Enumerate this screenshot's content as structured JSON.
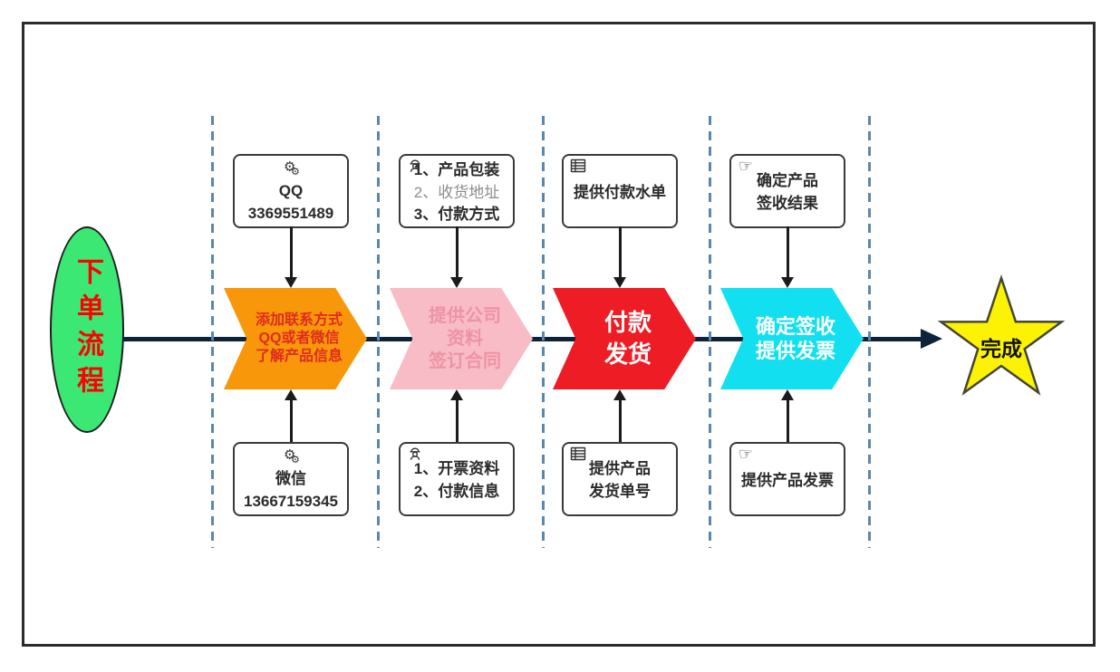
{
  "diagram": {
    "type": "flowchart",
    "start_node": {
      "label": "下单流程",
      "fill": "#3BE873",
      "text_color": "#FF0000"
    },
    "end_node": {
      "label": "完成",
      "shape": "star",
      "fill": "#FBF303"
    },
    "flow": {
      "main_line_color": "#0D2339",
      "divider_color": "#5B87AE",
      "divider_count": 5,
      "connector_color": "#1B1B1B",
      "box_border_color": "#3A3A3A",
      "frame_border_color": "#2B2B2B"
    },
    "stages": [
      {
        "chevron": {
          "fill": "#F79709",
          "text_color": "#E02B20",
          "lines": [
            "添加联系方式",
            "QQ或者微信",
            "了解产品信息"
          ]
        },
        "top_box": {
          "icon": "gears-icon",
          "lines": [
            "QQ",
            "3369551489"
          ]
        },
        "bottom_box": {
          "icon": "gears-icon",
          "lines": [
            "微信",
            "13667159345"
          ]
        }
      },
      {
        "chevron": {
          "fill": "#F8BCC7",
          "text_color": "#EE93A5",
          "lines": [
            "提供公司",
            "资料",
            "签订合同"
          ]
        },
        "top_box": {
          "icon": "worker-icon",
          "lines": [
            "1、产品包装",
            "2、收货地址",
            "3、付款方式"
          ]
        },
        "bottom_box": {
          "icon": "worker-icon",
          "lines": [
            "1、开票资料",
            "2、付款信息"
          ]
        }
      },
      {
        "chevron": {
          "fill": "#EE1C25",
          "text_color": "#FFFFFF",
          "lines": [
            "付款",
            "发货"
          ]
        },
        "top_box": {
          "icon": "table-icon",
          "lines": [
            "提供付款水单"
          ]
        },
        "bottom_box": {
          "icon": "table-icon",
          "lines": [
            "提供产品",
            "发货单号"
          ]
        }
      },
      {
        "chevron": {
          "fill": "#12E0F0",
          "text_color": "#FFFFFF",
          "lines": [
            "确定签收",
            "提供发票"
          ]
        },
        "top_box": {
          "icon": "hand-icon",
          "lines": [
            "确定产品",
            "签收结果"
          ]
        },
        "bottom_box": {
          "icon": "hand-icon",
          "lines": [
            "提供产品发票"
          ]
        }
      }
    ]
  }
}
